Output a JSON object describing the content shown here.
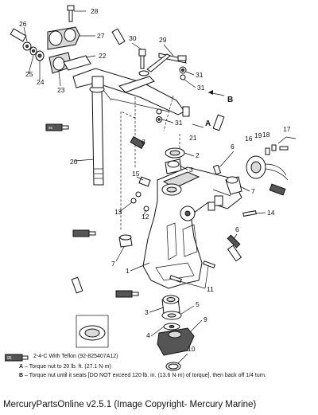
{
  "footer": "MercuryPartsOnline v2.5.1 (Image Copyright- Mercury Marine)",
  "tube_label": "95",
  "legend": {
    "tube_key": "2-4-C  With Teflon (92-825407A12)",
    "note_a_letter": "A",
    "note_a_text": "– Torque nut to 20 lb. ft. (27.1 N·m)",
    "note_b_letter": "B",
    "note_b_text": "– Torque nut until it seats [DO NOT exceed 120 lb. in. (13.6 N·m) of torque], then back off 1/4 turn."
  },
  "callouts": {
    "c1": "1",
    "c2": "2",
    "c3a": "3",
    "c3b": "3",
    "c4": "4",
    "c5": "5",
    "c6a": "6",
    "c6b": "6",
    "c7a": "7",
    "c7b": "7",
    "c8": "8",
    "c9": "9",
    "c10": "10",
    "c11": "11",
    "c12": "12",
    "c13": "13",
    "c14": "14",
    "c15": "15",
    "c16": "16",
    "c17": "17",
    "c18": "18",
    "c19": "19",
    "c20": "20",
    "c21": "21",
    "c22": "22",
    "c23": "23",
    "c24": "24",
    "c25": "25",
    "c26": "26",
    "c27": "27",
    "c28": "28",
    "c29": "29",
    "c30": "30",
    "c31a": "31",
    "c31b": "31",
    "c31c": "31",
    "ref_a": "A",
    "ref_b": "B"
  }
}
